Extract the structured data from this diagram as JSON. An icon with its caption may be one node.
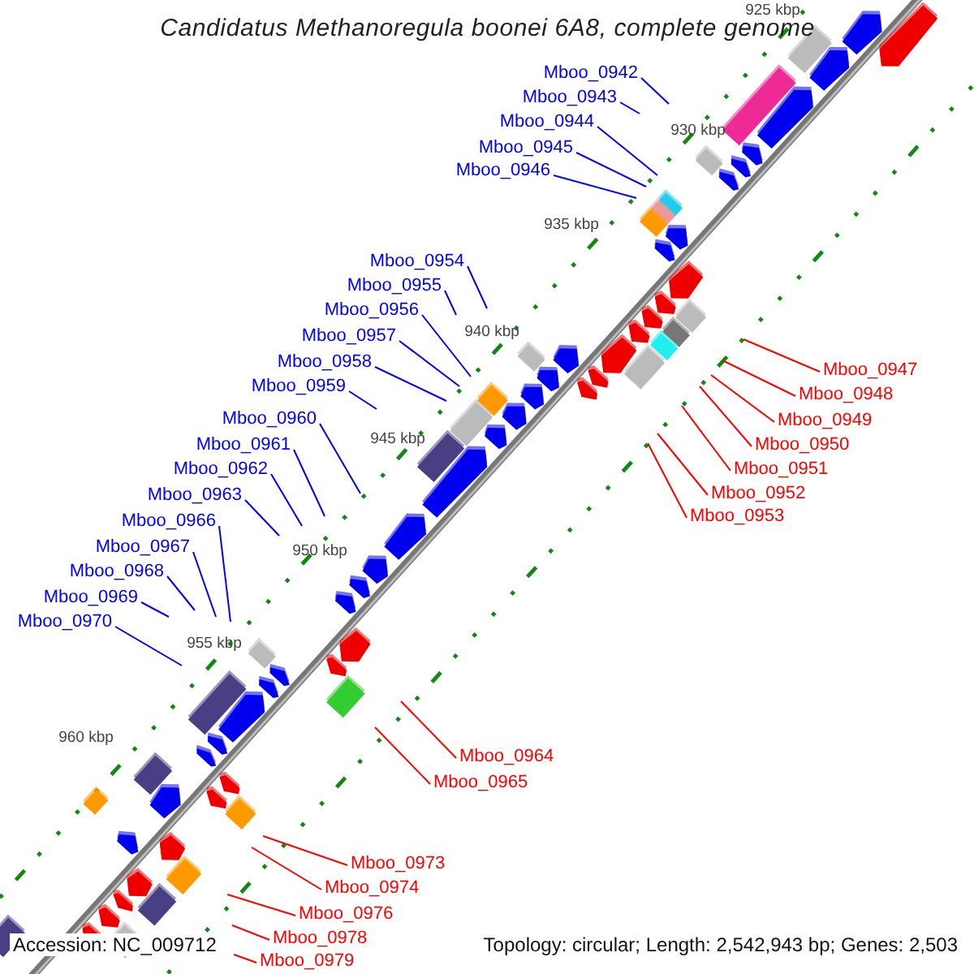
{
  "diagram": {
    "title": "Candidatus Methanoregula boonei 6A8, complete genome",
    "nodes": [
      {
        "text": [
          "Mboo_0942"
        ]
      },
      {
        "text": [
          "Mboo_0943"
        ]
      },
      {
        "text": [
          "Mboo_0944"
        ]
      },
      {
        "text": [
          "Mboo_0945"
        ]
      },
      {
        "text": [
          "Mboo_0946"
        ]
      },
      {
        "text": [
          "Mboo_0947"
        ]
      },
      {
        "text": [
          "Mboo_0948"
        ]
      },
      {
        "text": [
          "Mboo_0949"
        ]
      },
      {
        "text": [
          "Mboo_0950"
        ]
      },
      {
        "text": [
          "Mboo_0951"
        ]
      },
      {
        "text": [
          "Mboo_0952"
        ]
      },
      {
        "text": [
          "Mboo_0953"
        ]
      },
      {
        "text": [
          "Mboo_0954"
        ]
      },
      {
        "text": [
          "Mboo_0955"
        ]
      },
      {
        "text": [
          "Mboo_0956"
        ]
      },
      {
        "text": [
          "Mboo_0957"
        ]
      },
      {
        "text": [
          "Mboo_0958"
        ]
      },
      {
        "text": [
          "Mboo_0959"
        ]
      },
      {
        "text": [
          "Mboo_0960"
        ]
      },
      {
        "text": [
          "Mboo_0961"
        ]
      },
      {
        "text": [
          "Mboo_0962"
        ]
      },
      {
        "text": [
          "Mboo_0963"
        ]
      },
      {
        "text": [
          "Mboo_0964"
        ]
      },
      {
        "text": [
          "Mboo_0965"
        ]
      },
      {
        "text": [
          "Mboo_0966"
        ]
      },
      {
        "text": [
          "Mboo_0967"
        ]
      },
      {
        "text": [
          "Mboo_0968"
        ]
      },
      {
        "text": [
          "Mboo_0969"
        ]
      },
      {
        "text": [
          "Mboo_0970"
        ]
      },
      {
        "text": [
          "Mboo_0973"
        ]
      },
      {
        "text": [
          "Mboo_0974"
        ]
      },
      {
        "text": [
          "Mboo_0976"
        ]
      },
      {
        "text": [
          "Mboo_0978"
        ]
      },
      {
        "text": [
          "Mboo_0979"
        ]
      }
    ],
    "edges": [
      {
        "from": 0,
        "to": null,
        "arrow": "none"
      },
      {
        "from": 1,
        "to": null,
        "arrow": "none"
      },
      {
        "from": 2,
        "to": null,
        "arrow": "none"
      },
      {
        "from": 3,
        "to": null,
        "arrow": "none"
      },
      {
        "from": 4,
        "to": null,
        "arrow": "none"
      },
      {
        "from": 5,
        "to": null,
        "arrow": "none",
        "color": "#ff0000"
      },
      {
        "from": 6,
        "to": null,
        "arrow": "none",
        "color": "#ff0000"
      },
      {
        "from": 7,
        "to": null,
        "arrow": "none",
        "color": "#ff0000"
      },
      {
        "from": 8,
        "to": null,
        "arrow": "none",
        "color": "#ff0000"
      },
      {
        "from": 9,
        "to": null,
        "arrow": "none",
        "color": "#ff0000"
      },
      {
        "from": 10,
        "to": null,
        "arrow": "none",
        "color": "#ff0000"
      },
      {
        "from": 11,
        "to": null,
        "arrow": "none",
        "color": "#ff0000"
      },
      {
        "from": 12,
        "to": null,
        "arrow": "none"
      },
      {
        "from": 13,
        "to": null,
        "arrow": "none"
      },
      {
        "from": 14,
        "to": null,
        "arrow": "none"
      },
      {
        "from": 15,
        "to": null,
        "arrow": "none"
      },
      {
        "from": 16,
        "to": null,
        "arrow": "none"
      },
      {
        "from": 17,
        "to": null,
        "arrow": "none"
      },
      {
        "from": 18,
        "to": null,
        "arrow": "none"
      },
      {
        "from": 19,
        "to": null,
        "arrow": "none"
      },
      {
        "from": 20,
        "to": null,
        "arrow": "none"
      },
      {
        "from": 21,
        "to": null,
        "arrow": "none"
      },
      {
        "from": 22,
        "to": null,
        "arrow": "none",
        "color": "#ff0000"
      },
      {
        "from": 23,
        "to": null,
        "arrow": "none",
        "color": "#ff0000"
      },
      {
        "from": 24,
        "to": null,
        "arrow": "none"
      },
      {
        "from": 25,
        "to": null,
        "arrow": "none"
      },
      {
        "from": 26,
        "to": null,
        "arrow": "none"
      },
      {
        "from": 27,
        "to": null,
        "arrow": "none"
      },
      {
        "from": 28,
        "to": null,
        "arrow": "none"
      },
      {
        "from": 29,
        "to": null,
        "arrow": "none",
        "color": "#ff0000"
      },
      {
        "from": 30,
        "to": null,
        "arrow": "none",
        "color": "#ff0000"
      },
      {
        "from": 31,
        "to": null,
        "arrow": "none",
        "color": "#ff0000"
      },
      {
        "from": 32,
        "to": null,
        "arrow": "none",
        "color": "#ff0000"
      },
      {
        "from": 33,
        "to": null,
        "arrow": "none",
        "color": "#ff0000"
      }
    ],
    "labels": [
      "925 kbp",
      "930 kbp",
      "935 kbp",
      "940 kbp",
      "945 kbp",
      "950 kbp",
      "955 kbp",
      "960 kbp",
      "Accession: NC_009712",
      "Topology: circular; Length: 2,542,943 bp; Genes: 2,503"
    ]
  }
}
